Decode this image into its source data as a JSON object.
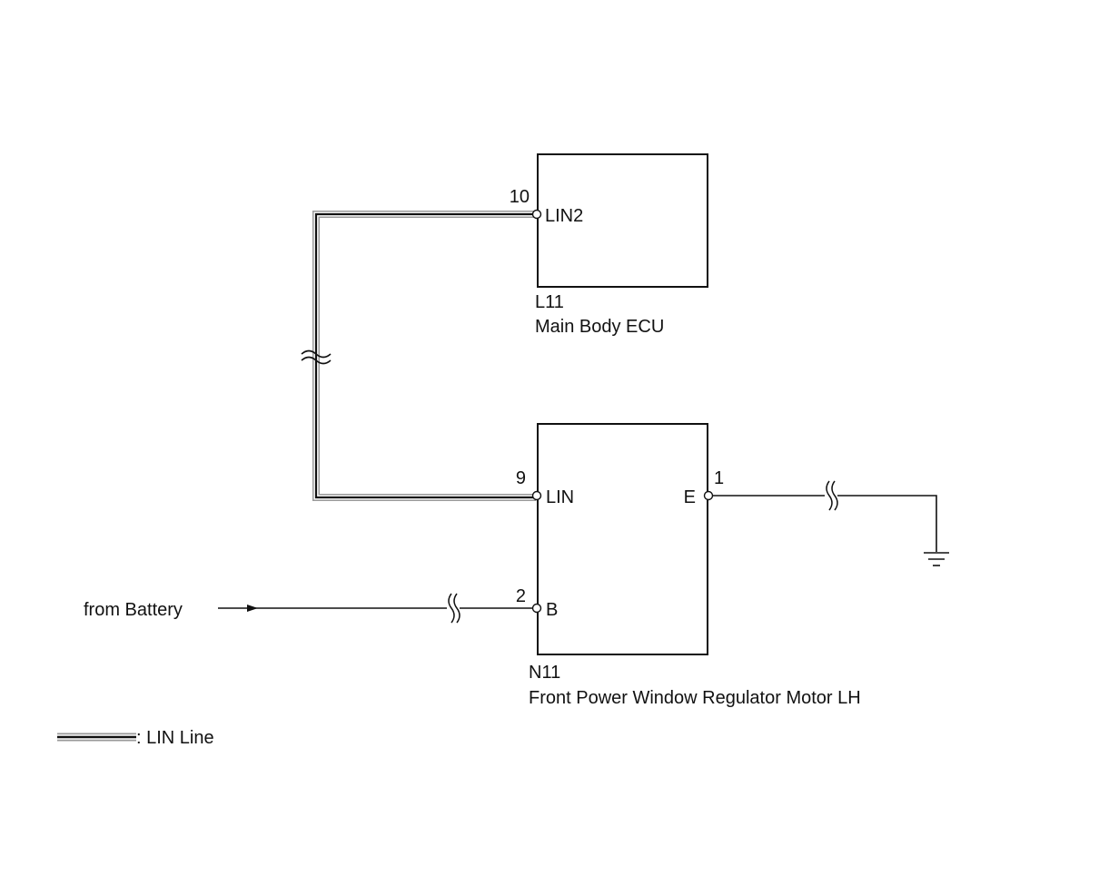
{
  "components": {
    "ecu": {
      "code": "L11",
      "name": "Main Body ECU",
      "pins": [
        {
          "number": "10",
          "label": "LIN2"
        }
      ]
    },
    "motor": {
      "code": "N11",
      "name": "Front Power Window Regulator Motor LH",
      "pins": [
        {
          "number": "9",
          "label": "LIN"
        },
        {
          "number": "2",
          "label": "B"
        },
        {
          "number": "1",
          "label": "E"
        }
      ]
    }
  },
  "battery_source": "from Battery",
  "legend": {
    "lin_line": ": LIN Line"
  },
  "colors": {
    "ink": "#111111",
    "lin_outer": "#9a9a9a",
    "background": "#ffffff"
  }
}
